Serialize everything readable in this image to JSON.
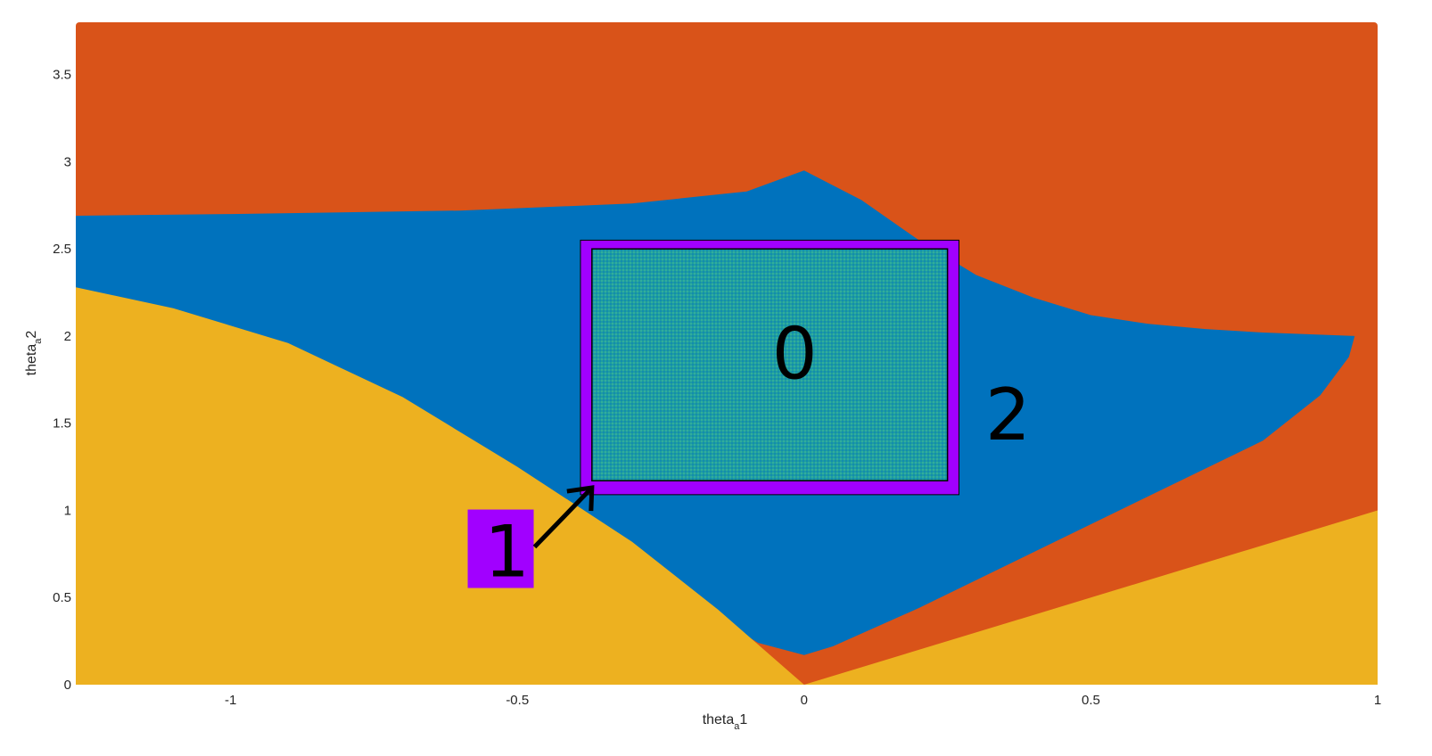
{
  "chart_data": {
    "type": "area",
    "title": "",
    "xlabel": {
      "base": "theta",
      "sub": "a",
      "suffix": "1"
    },
    "ylabel": {
      "base": "theta",
      "sub": "a",
      "suffix": "2"
    },
    "xlim": [
      -1.27,
      1.0
    ],
    "ylim": [
      0,
      3.8
    ],
    "xticks": [
      -1,
      -0.5,
      0,
      0.5,
      1
    ],
    "xtick_labels": [
      "-1",
      "-0.5",
      "0",
      "0.5",
      "1"
    ],
    "yticks": [
      0,
      0.5,
      1,
      1.5,
      2,
      2.5,
      3,
      3.5
    ],
    "ytick_labels": [
      "0",
      "0.5",
      "1",
      "1.5",
      "2",
      "2.5",
      "3",
      "3.5"
    ],
    "grid": false,
    "regions": [
      {
        "color": "#D95319"
      },
      {
        "color": "#0072BD"
      },
      {
        "color": "#EDB120"
      }
    ],
    "boundaries": {
      "blue_top_left": [
        [
          -1.27,
          2.69
        ],
        [
          -1.0,
          2.7
        ],
        [
          -0.6,
          2.72
        ],
        [
          -0.3,
          2.76
        ],
        [
          -0.1,
          2.83
        ],
        [
          0.0,
          2.95
        ]
      ],
      "blue_top_right": [
        [
          0.0,
          2.95
        ],
        [
          0.1,
          2.78
        ],
        [
          0.2,
          2.55
        ],
        [
          0.3,
          2.35
        ],
        [
          0.4,
          2.22
        ],
        [
          0.5,
          2.12
        ],
        [
          0.6,
          2.07
        ],
        [
          0.7,
          2.04
        ],
        [
          0.8,
          2.02
        ],
        [
          0.96,
          2.0
        ]
      ],
      "blue_right": [
        [
          0.96,
          2.0
        ],
        [
          0.95,
          1.88
        ],
        [
          0.9,
          1.66
        ],
        [
          0.8,
          1.4
        ],
        [
          0.6,
          1.08
        ],
        [
          0.4,
          0.76
        ],
        [
          0.2,
          0.44
        ],
        [
          0.05,
          0.22
        ],
        [
          0.0,
          0.17
        ]
      ],
      "blue_bottom_left": [
        [
          0.0,
          0.17
        ],
        [
          -0.08,
          0.24
        ],
        [
          -0.25,
          0.58
        ],
        [
          -0.45,
          0.98
        ],
        [
          -0.6,
          1.3
        ],
        [
          -0.8,
          1.65
        ],
        [
          -1.0,
          1.96
        ],
        [
          -1.15,
          2.14
        ],
        [
          -1.27,
          2.28
        ]
      ],
      "yellow_top_left": [
        [
          -1.27,
          2.28
        ],
        [
          -1.1,
          2.16
        ],
        [
          -0.9,
          1.96
        ],
        [
          -0.7,
          1.65
        ],
        [
          -0.5,
          1.25
        ],
        [
          -0.3,
          0.82
        ],
        [
          -0.15,
          0.43
        ],
        [
          0.0,
          0.0
        ]
      ],
      "yellow_right": [
        [
          0.0,
          0.0
        ],
        [
          1.0,
          1.0
        ]
      ]
    },
    "annotations": [
      {
        "label": "0",
        "box": {
          "x0": -0.37,
          "x1": 0.25,
          "y0": 1.17,
          "y1": 2.5
        },
        "fill": "#1E9DA0",
        "pattern": "stipple"
      },
      {
        "label": "2",
        "box": {
          "x0": -0.39,
          "x1": 0.27,
          "y0": 1.09,
          "y1": 2.55
        },
        "fill": "#A100FF"
      },
      {
        "label": "1",
        "arrow_from": [
          -0.47,
          0.79
        ],
        "arrow_to": [
          -0.37,
          1.13
        ],
        "fill": "#A100FF"
      }
    ]
  }
}
